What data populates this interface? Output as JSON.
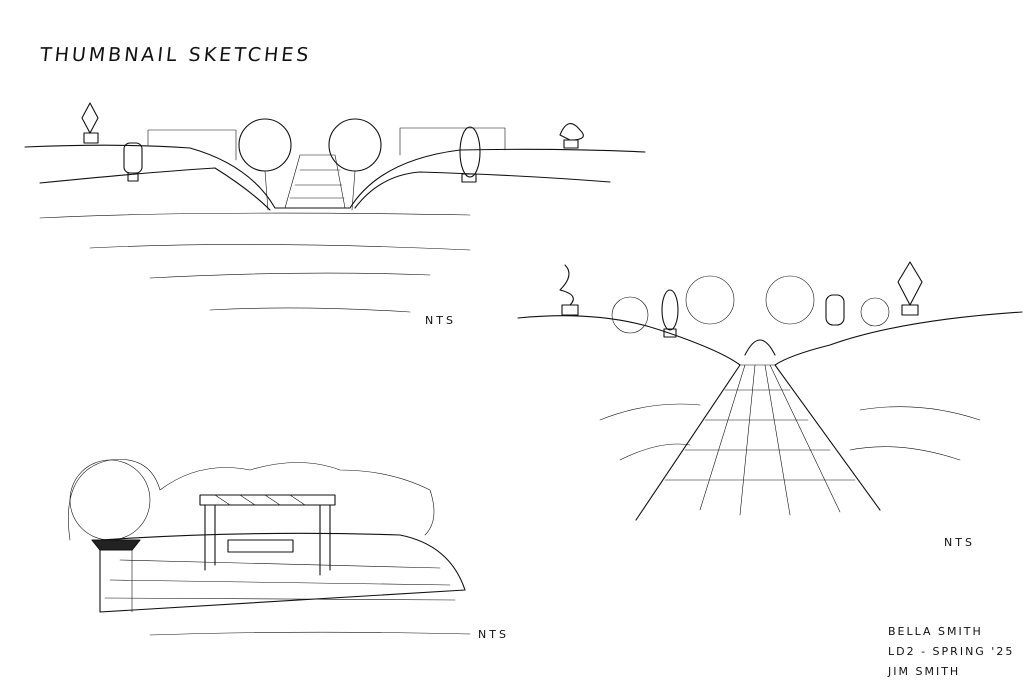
{
  "title": "THUMBNAIL SKETCHES",
  "sketches": [
    {
      "label": "NTS"
    },
    {
      "label": "NTS"
    },
    {
      "label": "NTS"
    }
  ],
  "credits": {
    "line1": "BELLA SMITH",
    "line2": "LD2 - SPRING '25",
    "line3": "JIM SMITH"
  }
}
